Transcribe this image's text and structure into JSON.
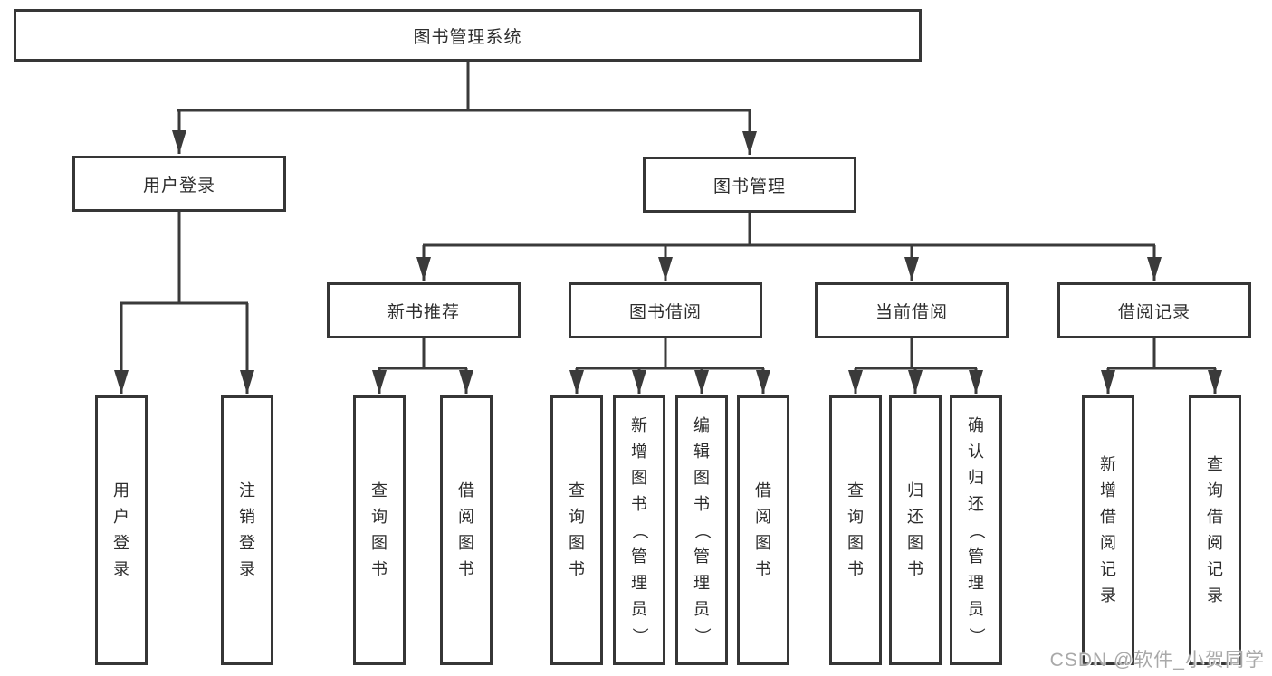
{
  "diagram": {
    "root": "图书管理系统",
    "level2": {
      "user_login": "用户登录",
      "book_mgmt": "图书管理"
    },
    "level3": {
      "new_books": "新书推荐",
      "book_borrow": "图书借阅",
      "current_borrow": "当前借阅",
      "borrow_records": "借阅记录"
    },
    "leaves": {
      "user_login": [
        "用户登录",
        "注销登录"
      ],
      "new_books": [
        "查询图书",
        "借阅图书"
      ],
      "book_borrow": [
        "查询图书",
        "新增图书（管理员）",
        "编辑图书（管理员）",
        "借阅图书"
      ],
      "current_borrow": [
        "查询图书",
        "归还图书",
        "确认归还（管理员）"
      ],
      "borrow_records": [
        "新增借阅记录",
        "查询借阅记录"
      ]
    },
    "line_color": "#3a3a3a"
  },
  "watermark": "CSDN @软件_小贺同学"
}
